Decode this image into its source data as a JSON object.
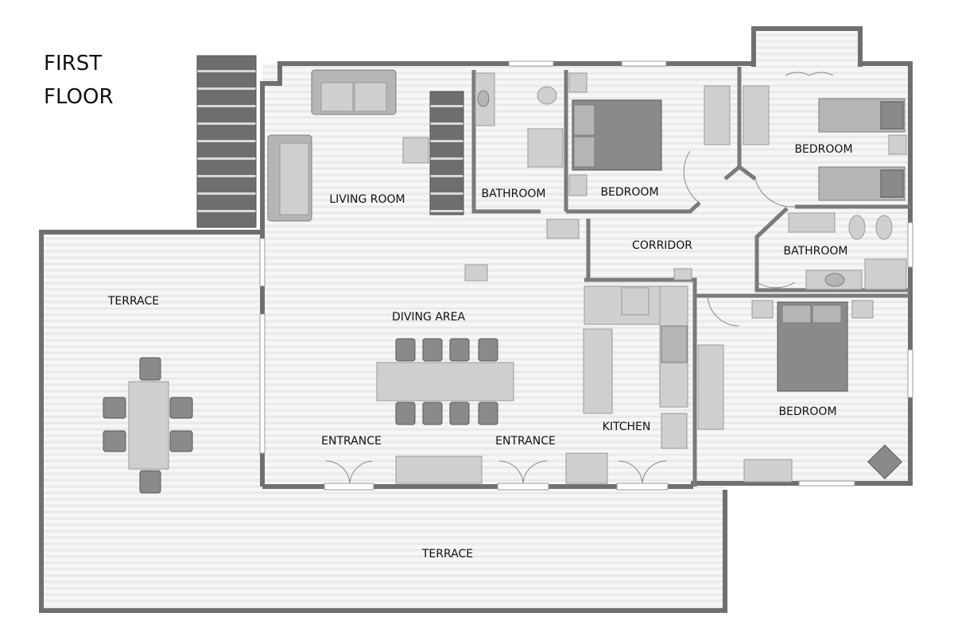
{
  "plan": {
    "title_line1": "FIRST",
    "title_line2": "FLOOR"
  },
  "rooms": {
    "living_room": "LIVING ROOM",
    "bathroom_1": "BATHROOM",
    "bedroom_1": "BEDROOM",
    "bedroom_2": "BEDROOM",
    "corridor": "CORRIDOR",
    "bathroom_2": "BATHROOM",
    "terrace_west": "TERRACE",
    "dining_area": "DIVING AREA",
    "kitchen": "KITCHEN",
    "bedroom_3": "BEDROOM",
    "entrance_1": "ENTRANCE",
    "entrance_2": "ENTRANCE",
    "terrace_south": "TERRACE"
  },
  "colors": {
    "wall": "#7a7a7a",
    "floor": "#f4f4f4",
    "furniture": "#cfcfcf",
    "furniture_dark": "#8a8a8a"
  }
}
